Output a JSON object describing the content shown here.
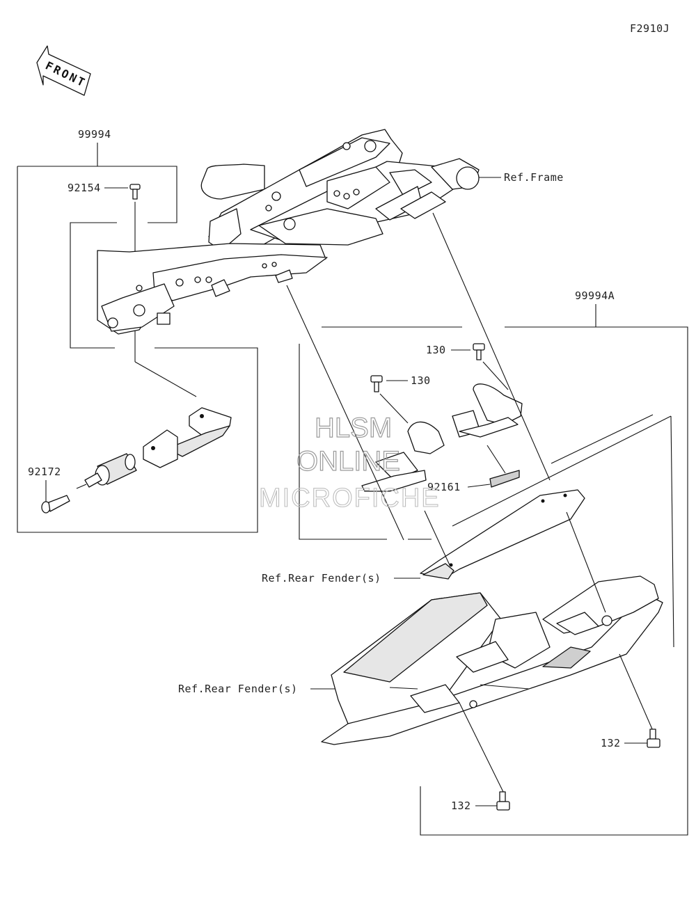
{
  "figure_code": "F2910J",
  "front_arrow": {
    "label": "FRONT",
    "icon": "front-direction-arrow-icon"
  },
  "part_labels": {
    "kit_left": "99994",
    "kit_right": "99994A",
    "bolt_92154": "92154",
    "bolt_92172": "92172",
    "bolt_130_a": "130",
    "bolt_130_b": "130",
    "pad_92161": "92161",
    "bolt_132_a": "132",
    "bolt_132_b": "132"
  },
  "reference_labels": {
    "frame": "Ref.Frame",
    "rear_fender_upper": "Ref.Rear Fender(s)",
    "rear_fender_lower": "Ref.Rear Fender(s)"
  },
  "watermark": {
    "line1": "HLSM",
    "line2": "ONLINE",
    "line3": "MICROFICHE"
  }
}
